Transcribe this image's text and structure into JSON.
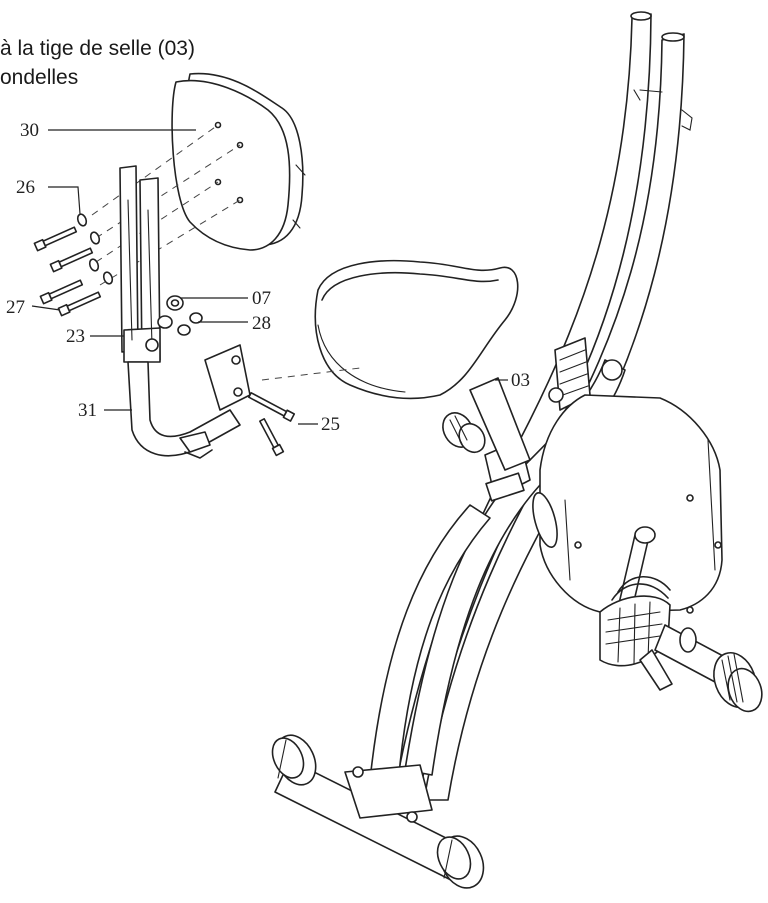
{
  "caption": {
    "line1": "à la tige de selle (03)",
    "line2": "ondelles"
  },
  "callouts": [
    {
      "id": "30",
      "label": "30"
    },
    {
      "id": "26",
      "label": "26"
    },
    {
      "id": "27",
      "label": "27"
    },
    {
      "id": "23",
      "label": "23"
    },
    {
      "id": "07",
      "label": "07"
    },
    {
      "id": "28",
      "label": "28"
    },
    {
      "id": "03",
      "label": "03"
    },
    {
      "id": "31",
      "label": "31"
    },
    {
      "id": "25",
      "label": "25"
    }
  ]
}
